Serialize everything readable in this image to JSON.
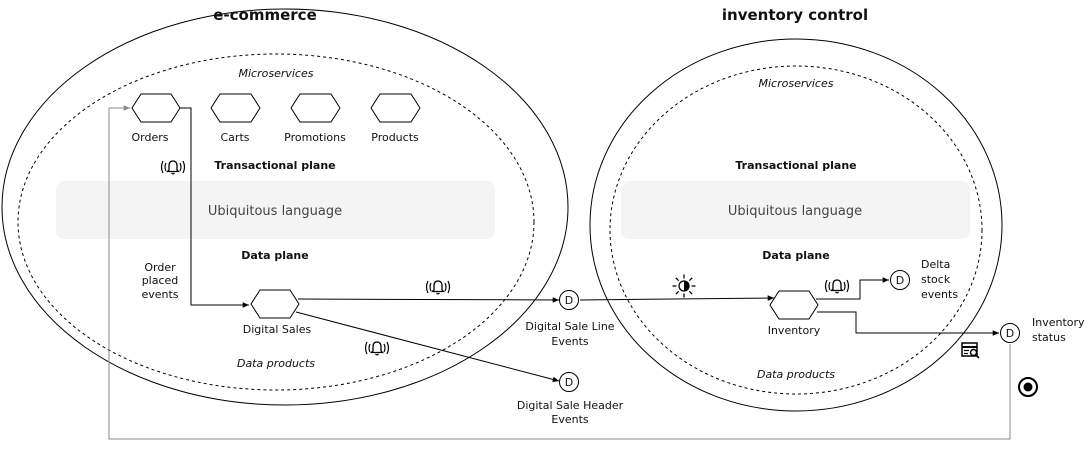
{
  "domains": {
    "ecommerce": {
      "title": "e-commerce",
      "microservices_label": "Microservices",
      "transactional_label": "Transactional plane",
      "ubiquitous_label": "Ubiquitous language",
      "data_plane_label": "Data plane",
      "data_products_label": "Data products",
      "services": [
        "Orders",
        "Carts",
        "Promotions",
        "Products"
      ],
      "data_product": "Digital Sales"
    },
    "inventory": {
      "title": "inventory control",
      "microservices_label": "Microservices",
      "transactional_label": "Transactional plane",
      "ubiquitous_label": "Ubiquitous language",
      "data_plane_label": "Data plane",
      "data_products_label": "Data products",
      "data_product": "Inventory"
    }
  },
  "flow": {
    "order_events_label": [
      "Order",
      "placed",
      "events"
    ]
  },
  "outputs": {
    "sale_line": {
      "marker": "D",
      "label": [
        "Digital Sale Line",
        "Events"
      ]
    },
    "sale_header": {
      "marker": "D",
      "label": [
        "Digital Sale Header",
        "Events"
      ]
    },
    "delta_stock": {
      "marker": "D",
      "label": [
        "Delta",
        "stock",
        "events"
      ]
    },
    "inventory_status": {
      "marker": "D",
      "label": [
        "Inventory",
        "status"
      ]
    }
  },
  "icons": [
    "bell-icon",
    "sun-icon",
    "search-table-icon",
    "record-icon"
  ],
  "colors": {
    "stroke": "#000000",
    "band": "#f4f4f4",
    "arrow_gray": "#888888"
  }
}
